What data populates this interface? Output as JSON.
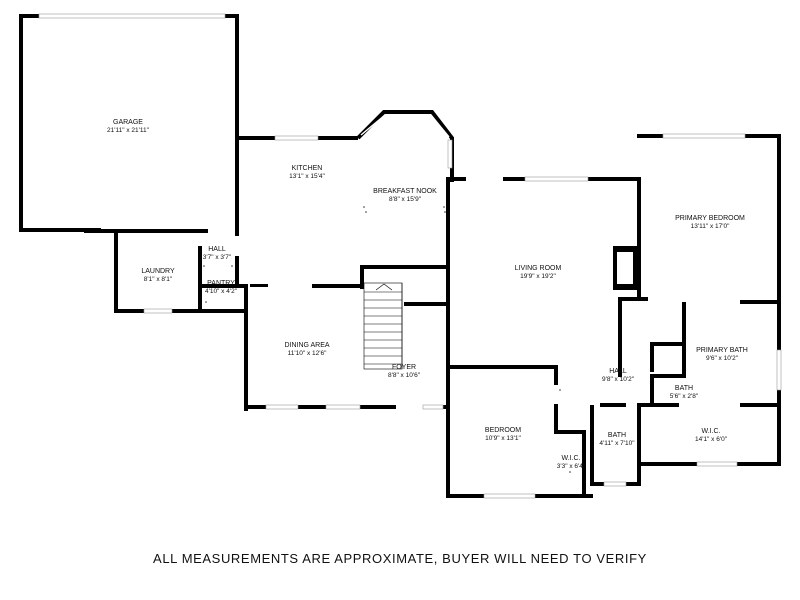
{
  "rooms": [
    {
      "id": "garage",
      "name": "GARAGE",
      "dims": "21'11\" x 21'11\""
    },
    {
      "id": "kitchen",
      "name": "KITCHEN",
      "dims": "13'1\" x 15'4\""
    },
    {
      "id": "breakfast_nook",
      "name": "BREAKFAST NOOK",
      "dims": "8'8\" x 15'9\""
    },
    {
      "id": "hall_1",
      "name": "HALL",
      "dims": "3'7\" x 3'7\""
    },
    {
      "id": "laundry",
      "name": "LAUNDRY",
      "dims": "8'1\" x 8'1\""
    },
    {
      "id": "pantry",
      "name": "PANTRY",
      "dims": "4'10\" x 4'2\""
    },
    {
      "id": "dining_area",
      "name": "DINING AREA",
      "dims": "11'10\" x 12'6\""
    },
    {
      "id": "foyer",
      "name": "FOYER",
      "dims": "8'8\" x 10'6\""
    },
    {
      "id": "living_room",
      "name": "LIVING ROOM",
      "dims": "19'9\" x 19'2\""
    },
    {
      "id": "primary_bedroom",
      "name": "PRIMARY BEDROOM",
      "dims": "13'11\" x 17'0\""
    },
    {
      "id": "primary_bath",
      "name": "PRIMARY BATH",
      "dims": "9'6\" x 10'2\""
    },
    {
      "id": "hall_2",
      "name": "HALL",
      "dims": "9'8\" x 10'2\""
    },
    {
      "id": "bath_small",
      "name": "BATH",
      "dims": "5'6\" x 2'8\""
    },
    {
      "id": "wic_primary",
      "name": "W.I.C.",
      "dims": "14'1\" x 6'0\""
    },
    {
      "id": "bath",
      "name": "BATH",
      "dims": "4'11\" x 7'10\""
    },
    {
      "id": "bedroom",
      "name": "BEDROOM",
      "dims": "10'9\" x 13'1\""
    },
    {
      "id": "wic_bedroom",
      "name": "W.I.C.",
      "dims": "3'3\" x 6'4\""
    }
  ],
  "disclaimer": "ALL MEASUREMENTS ARE APPROXIMATE, BUYER WILL NEED TO VERIFY",
  "colors": {
    "wall": "#000000",
    "window": "#9a9a9a",
    "background": "#ffffff"
  }
}
